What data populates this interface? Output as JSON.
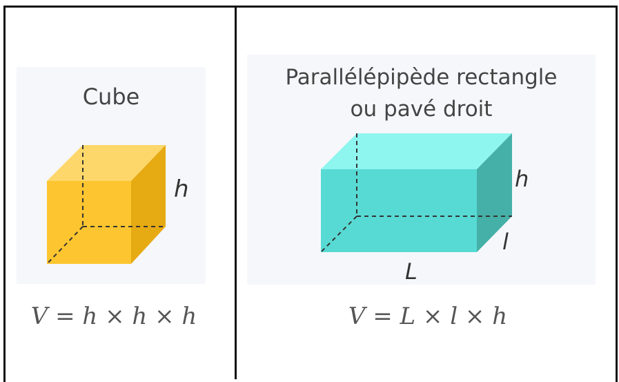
{
  "cube": {
    "title": "Cube",
    "label_h": "h",
    "formula": "V = h × h × h",
    "colors": {
      "front": "#fdc52f",
      "top": "#fdd76a",
      "side": "#e6aa12"
    }
  },
  "pave": {
    "title_line1": "Parallélépipède rectangle",
    "title_line2": "ou pavé droit",
    "label_h": "h",
    "label_l": "l",
    "label_L": "L",
    "formula": "V = L × l × h",
    "colors": {
      "front": "#57dad3",
      "top": "#8ff5ef",
      "side": "#45b0a8"
    }
  }
}
